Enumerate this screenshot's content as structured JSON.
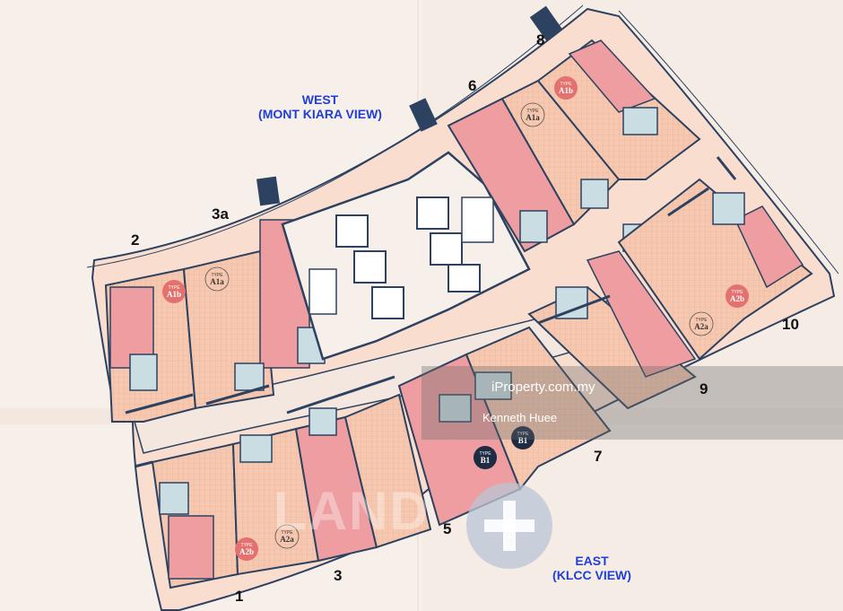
{
  "views": {
    "west": {
      "line1": "WEST",
      "line2": "(MONT KIARA VIEW)"
    },
    "east": {
      "line1": "EAST",
      "line2": "(KLCC VIEW)"
    }
  },
  "unit_numbers": [
    "1",
    "2",
    "3",
    "3a",
    "5",
    "6",
    "7",
    "8",
    "9",
    "10"
  ],
  "type_badges": [
    {
      "prefix": "TYPE",
      "code": "A1b",
      "style": "red"
    },
    {
      "prefix": "TYPE",
      "code": "A1a",
      "style": "outline"
    },
    {
      "prefix": "TYPE",
      "code": "A1a",
      "style": "outline"
    },
    {
      "prefix": "TYPE",
      "code": "A1b",
      "style": "red"
    },
    {
      "prefix": "TYPE",
      "code": "A2b",
      "style": "red"
    },
    {
      "prefix": "TYPE",
      "code": "A2a",
      "style": "outline"
    },
    {
      "prefix": "TYPE",
      "code": "B1",
      "style": "dark"
    },
    {
      "prefix": "TYPE",
      "code": "B1",
      "style": "dark"
    },
    {
      "prefix": "TYPE",
      "code": "A2a",
      "style": "outline"
    },
    {
      "prefix": "TYPE",
      "code": "A2b",
      "style": "red"
    }
  ],
  "watermark": {
    "site": "iProperty.com.my",
    "agent": "Kenneth Huee",
    "mark": "LAND"
  },
  "colors": {
    "background": "#f7efe9",
    "unit_fill": "#f6c8b0",
    "room_fill": "#ee9da0",
    "wall": "#2c4260",
    "view_label": "#1f3fd6",
    "badge_red": "#e2716f",
    "badge_dark": "#1e2b43"
  }
}
